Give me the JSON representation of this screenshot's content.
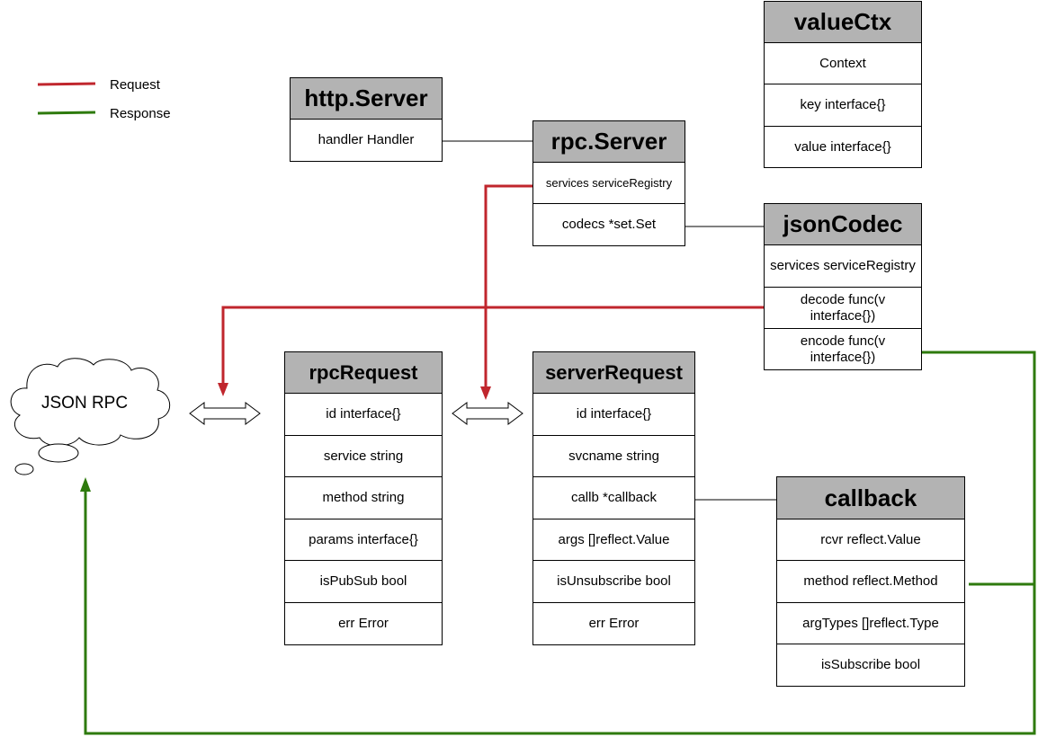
{
  "legend": {
    "request": "Request",
    "response": "Response"
  },
  "colors": {
    "request": "#c0262d",
    "response": "#2e7a0d",
    "header_fill": "#b3b3b3"
  },
  "cloud": {
    "label": "JSON RPC"
  },
  "boxes": {
    "httpServer": {
      "title": "http.Server",
      "fields": [
        "handler Handler"
      ]
    },
    "rpcServer": {
      "title": "rpc.Server",
      "fields": [
        "services serviceRegistry",
        "codecs *set.Set"
      ]
    },
    "valueCtx": {
      "title": "valueCtx",
      "fields": [
        "Context",
        "key interface{}",
        "value interface{}"
      ]
    },
    "jsonCodec": {
      "title": "jsonCodec",
      "fields": [
        "services serviceRegistry",
        "decode func(v interface{})",
        "encode func(v interface{})"
      ]
    },
    "rpcRequest": {
      "title": "rpcRequest",
      "fields": [
        "id interface{}",
        "service string",
        "method string",
        "params interface{}",
        "isPubSub bool",
        "err Error"
      ]
    },
    "serverRequest": {
      "title": "serverRequest",
      "fields": [
        "id interface{}",
        "svcname string",
        "callb *callback",
        "args []reflect.Value",
        "isUnsubscribe bool",
        "err Error"
      ]
    },
    "callback": {
      "title": "callback",
      "fields": [
        "rcvr reflect.Value",
        "method reflect.Method",
        "argTypes []reflect.Type",
        "isSubscribe bool"
      ]
    }
  }
}
